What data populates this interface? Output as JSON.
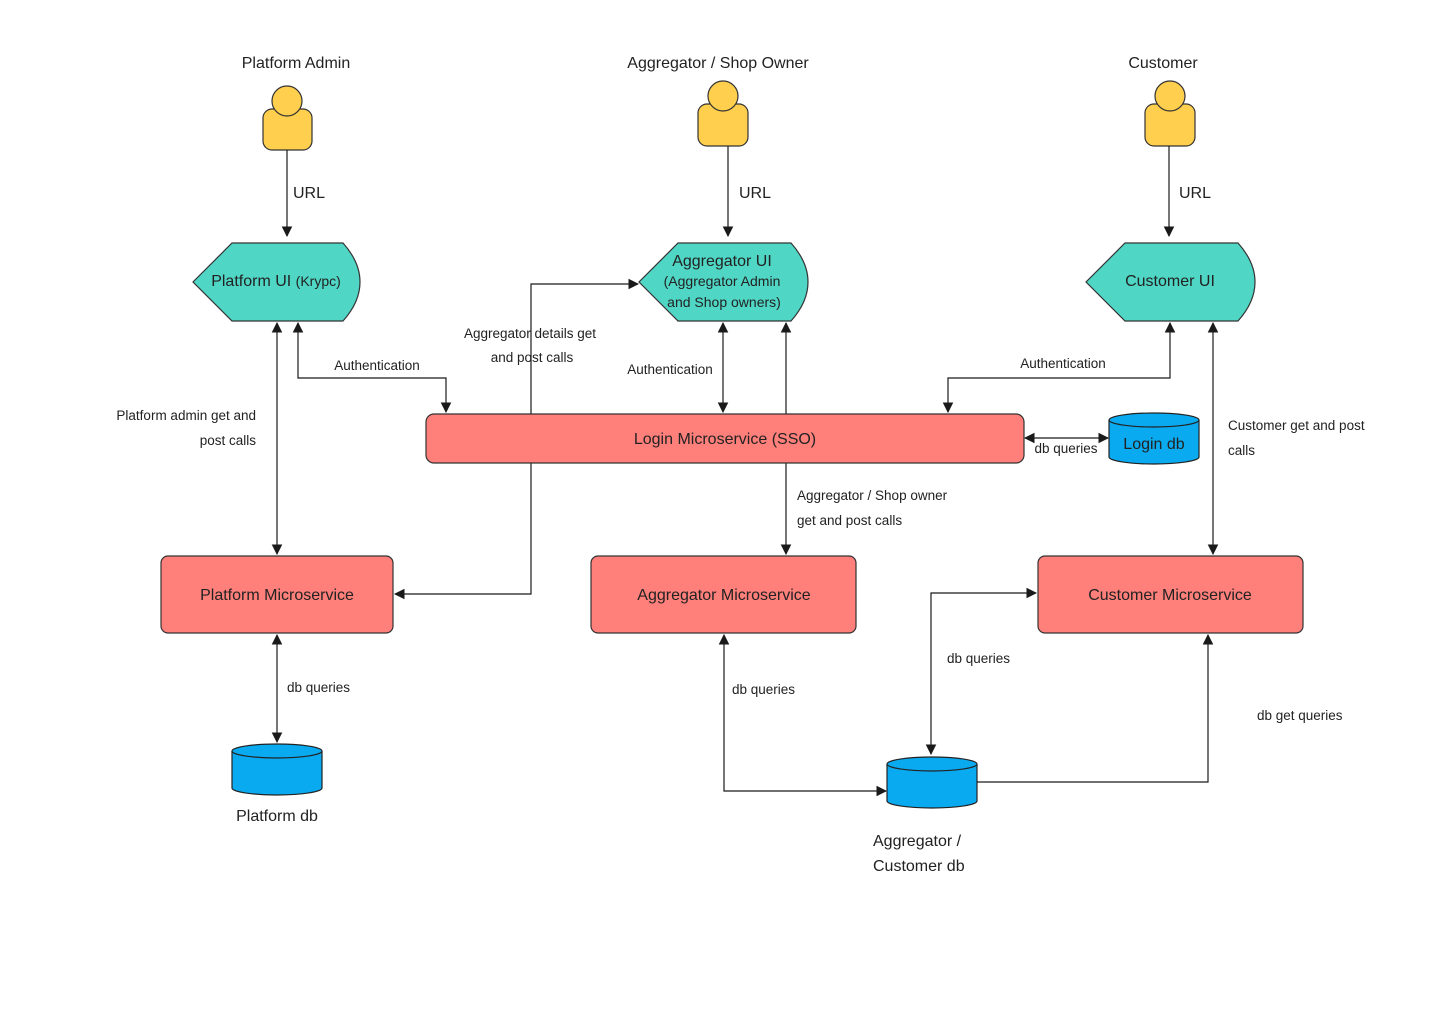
{
  "actors": {
    "platform_admin": "Platform Admin",
    "aggregator_owner": "Aggregator / Shop Owner",
    "customer": "Customer"
  },
  "ui_nodes": {
    "platform_ui": "Platform UI",
    "platform_ui_sub": "(Krypc)",
    "aggregator_ui": "Aggregator UI",
    "aggregator_ui_sub1": "(Aggregator Admin",
    "aggregator_ui_sub2": "and Shop owners)",
    "customer_ui": "Customer UI"
  },
  "services": {
    "login": "Login Microservice (SSO)",
    "platform": "Platform Microservice",
    "aggregator": "Aggregator Microservice",
    "customer": "Customer Microservice"
  },
  "databases": {
    "login_db": "Login db",
    "platform_db": "Platform db",
    "agg_cust_db_line1": "Aggregator /",
    "agg_cust_db_line2": "Customer db"
  },
  "edge_labels": {
    "url": "URL",
    "authentication": "Authentication",
    "agg_details_1": "Aggregator details get",
    "agg_details_2": "and post calls",
    "platform_calls_1": "Platform admin get and",
    "platform_calls_2": "post calls",
    "db_queries": "db queries",
    "agg_calls_1": "Aggregator / Shop owner",
    "agg_calls_2": "get and post calls",
    "customer_calls_1": "Customer get and post",
    "customer_calls_2": "calls",
    "db_get_queries": "db get queries"
  }
}
